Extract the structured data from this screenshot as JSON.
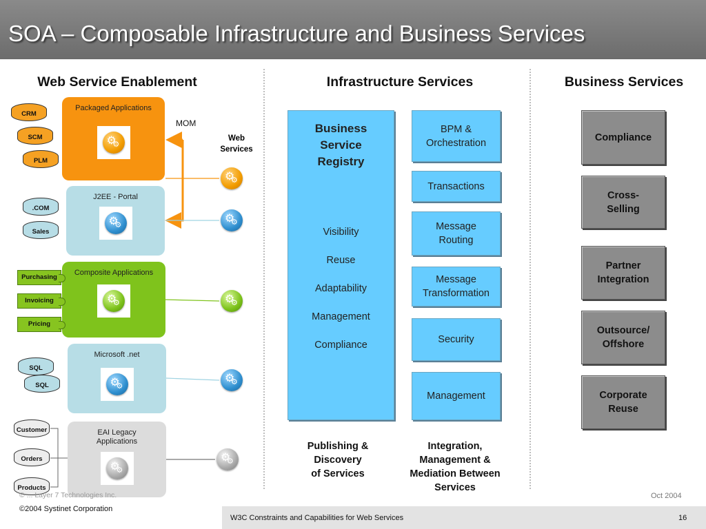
{
  "title": "SOA – Composable Infrastructure and Business Services",
  "columns": {
    "web": "Web Service Enablement",
    "infra": "Infrastructure Services",
    "business": "Business Services"
  },
  "labels": {
    "mom": "MOM",
    "web_services_1": "Web",
    "web_services_2": "Services"
  },
  "enablement": [
    {
      "title": "Packaged Applications",
      "color": "#f7930f",
      "gear": "gear-orange-icon",
      "items": [
        "CRM",
        "SCM",
        "PLM"
      ]
    },
    {
      "title": "J2EE - Portal",
      "color": "#b7dde6",
      "gear": "gear-blue-icon",
      "items": [
        ".COM",
        "Sales"
      ]
    },
    {
      "title": "Composite Applications",
      "color": "#7fc31c",
      "gear": "gear-green-icon",
      "items": [
        "Purchasing",
        "Invoicing",
        "Pricing"
      ]
    },
    {
      "title": "Microsoft .net",
      "color": "#b7dde6",
      "gear": "gear-blue-icon",
      "items": [
        "SQL",
        "SQL"
      ]
    },
    {
      "title_1": "EAI Legacy",
      "title_2": "Applications",
      "color": "#dcdcdc",
      "gear": "gear-gray-icon",
      "items": [
        "Customer",
        "Orders",
        "Products"
      ]
    }
  ],
  "registry": {
    "title_1": "Business",
    "title_2": "Service",
    "title_3": "Registry",
    "items": [
      "Visibility",
      "Reuse",
      "Adaptability",
      "Management",
      "Compliance"
    ]
  },
  "infra_services": [
    {
      "l1": "BPM &",
      "l2": "Orchestration"
    },
    {
      "l1": "Transactions"
    },
    {
      "l1": "Message",
      "l2": "Routing"
    },
    {
      "l1": "Message",
      "l2": "Transformation"
    },
    {
      "l1": "Security"
    },
    {
      "l1": "Management"
    }
  ],
  "business_services": [
    {
      "l1": "Compliance"
    },
    {
      "l1": "Cross-",
      "l2": "Selling"
    },
    {
      "l1": "Partner",
      "l2": "Integration"
    },
    {
      "l1": "Outsource/",
      "l2": "Offshore"
    },
    {
      "l1": "Corporate",
      "l2": "Reuse"
    }
  ],
  "captions": {
    "publishing": [
      "Publishing &",
      "Discovery",
      "of Services"
    ],
    "integration": [
      "Integration,",
      "Management &",
      "Mediation Between",
      "Services"
    ]
  },
  "footer": {
    "overlap": "© ... Layer 7 Technologies Inc.",
    "copyright": "©2004 Systinet Corporation",
    "date": "Oct 2004",
    "doc_title": "W3C Constraints and Capabilities for Web Services",
    "page": "16"
  },
  "colors": {
    "infra_blue": "#66ccff",
    "business_gray": "#8c8c8c",
    "connector_orange": "#f7930f"
  }
}
